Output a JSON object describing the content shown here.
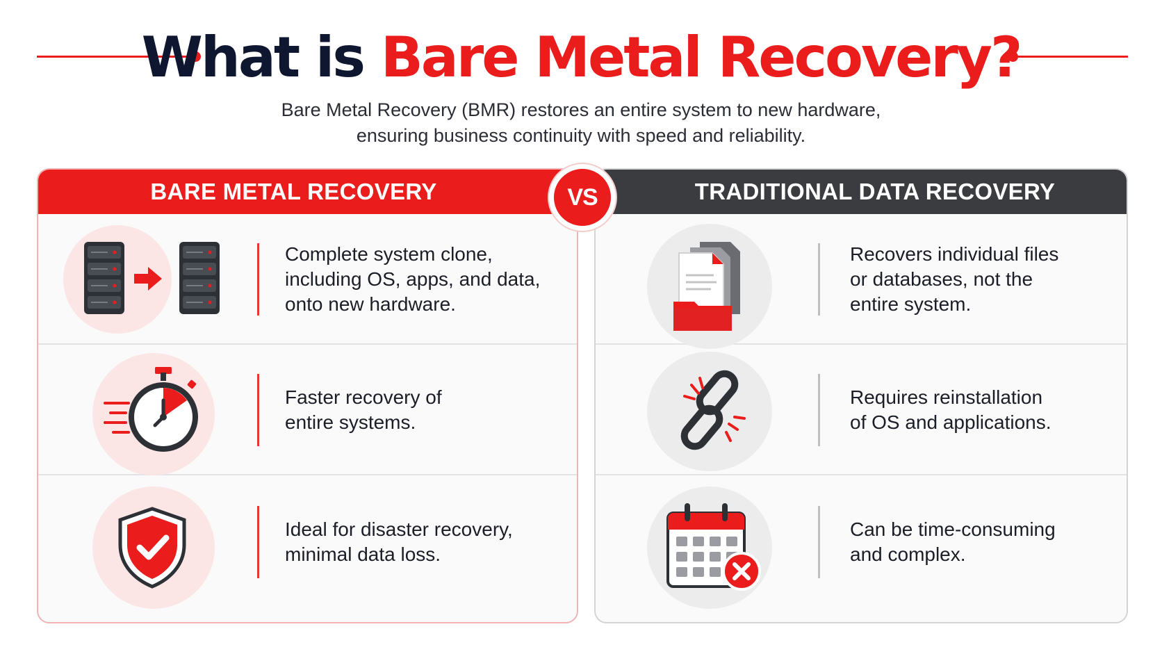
{
  "header": {
    "title_part1": "What is ",
    "title_part2": "Bare Metal Recovery?",
    "subtitle_line1": "Bare Metal Recovery (BMR) restores an entire system to new hardware,",
    "subtitle_line2": "ensuring business continuity with speed and reliability."
  },
  "vs_label": "VS",
  "left_panel": {
    "heading": "BARE METAL RECOVERY",
    "rows": [
      {
        "icon": "server-migration-icon",
        "lines": [
          "Complete system clone,",
          "including OS, apps, and data,",
          "onto new hardware."
        ]
      },
      {
        "icon": "stopwatch-icon",
        "lines": [
          "Faster recovery of",
          "entire systems."
        ]
      },
      {
        "icon": "shield-check-icon",
        "lines": [
          "Ideal for disaster recovery,",
          "minimal data loss."
        ]
      }
    ]
  },
  "right_panel": {
    "heading": "TRADITIONAL DATA RECOVERY",
    "rows": [
      {
        "icon": "files-folder-icon",
        "lines": [
          "Recovers individual files",
          "or databases, not the",
          "entire system."
        ]
      },
      {
        "icon": "broken-chain-icon",
        "lines": [
          "Requires reinstallation",
          "of OS and applications."
        ]
      },
      {
        "icon": "calendar-x-icon",
        "lines": [
          "Can be time-consuming",
          "and complex."
        ]
      }
    ]
  },
  "colors": {
    "accent_red": "#ea1c1c",
    "dark_header": "#3b3c40",
    "title_dark": "#0f1730"
  }
}
